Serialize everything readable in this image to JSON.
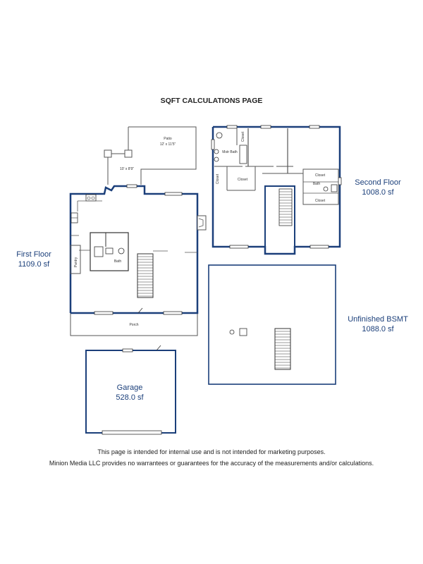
{
  "page": {
    "title": "SQFT CALCULATIONS PAGE"
  },
  "areas": {
    "first_floor": {
      "name": "First Floor",
      "size": "1109.0 sf"
    },
    "second_floor": {
      "name": "Second Floor",
      "size": "1008.0 sf"
    },
    "basement": {
      "name": "Unfinished BSMT",
      "size": "1088.0 sf"
    },
    "garage": {
      "name": "Garage",
      "size": "528.0 sf"
    }
  },
  "rooms": {
    "patio": "Patio",
    "patio_dim": "12' x 11'5\"",
    "deck_dim": "10' x 8'9\"",
    "pantry": "Pantry",
    "bath_first": "Bath",
    "porch": "Porch",
    "mstr_bath": "Mstr Bath",
    "closet_top": "Closet",
    "closet_left": "Closet",
    "closet_mstr": "Closet",
    "closet_r1": "Closet",
    "closet_r2": "Closet",
    "bath_second": "Bath"
  },
  "footer": {
    "line1": "This page is intended for internal use and is not intended for marketing purposes.",
    "line2": "Minion Media LLC provides no warrantees or guarantees for the accuracy of the measurements and/or calculations."
  },
  "colors": {
    "wall": "#1b3f7a",
    "line": "#555555",
    "label": "#1b3f7a"
  }
}
